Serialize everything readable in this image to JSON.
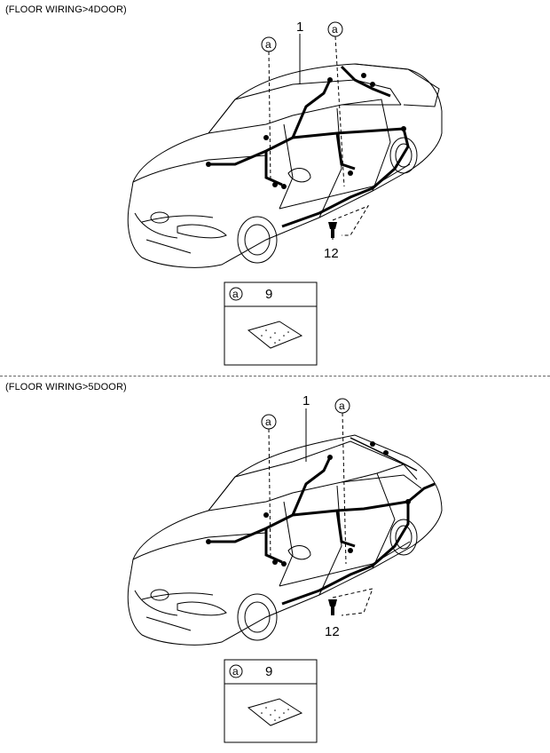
{
  "diagrams": [
    {
      "title": "(FLOOR WIRING>4DOOR)",
      "callout_ref": "a",
      "part_main": "1",
      "part_bolt": "12",
      "inset_ref": "a",
      "inset_part": "9"
    },
    {
      "title": "(FLOOR WIRING>5DOOR)",
      "callout_ref": "a",
      "part_main": "1",
      "part_bolt": "12",
      "inset_ref": "a",
      "inset_part": "9"
    }
  ]
}
